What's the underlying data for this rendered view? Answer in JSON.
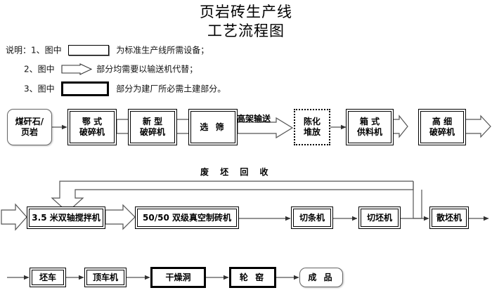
{
  "title": {
    "line1": "页岩砖生产线",
    "line2": "工艺流程图"
  },
  "legend": {
    "items": [
      {
        "prefix": "说明：1、图中",
        "key": "thin-box",
        "suffix": "为标准生产线所需设备；"
      },
      {
        "prefix": "2、图中",
        "key": "hollow-arrow",
        "suffix": "部分均需要以输送机代替；"
      },
      {
        "prefix": "3、图中",
        "key": "thick-box",
        "suffix": "部分为建厂所必需土建部分。"
      }
    ]
  },
  "row1": {
    "nodes": [
      {
        "id": "raw-material",
        "label": "煤矸石/\n页岩",
        "style": "round"
      },
      {
        "id": "jaw-crusher",
        "label": "鄂 式\n破碎机",
        "style": "double"
      },
      {
        "id": "new-crusher",
        "label": "新 型\n破碎机",
        "style": "double"
      },
      {
        "id": "screen",
        "label": "选 筛",
        "style": "double"
      },
      {
        "id": "aging-yard",
        "label": "陈化\n堆放",
        "style": "dotted"
      },
      {
        "id": "box-feeder",
        "label": "箱 式\n供料机",
        "style": "double"
      },
      {
        "id": "fine-crusher",
        "label": "高 细\n破碎机",
        "style": "double"
      }
    ],
    "conveyor_label": "高架输送"
  },
  "loop": {
    "label": "废 坯 回 收"
  },
  "row2": {
    "nodes": [
      {
        "id": "mixer",
        "label": "3.5 米双轴搅拌机",
        "style": "double"
      },
      {
        "id": "vacuum-extruder",
        "label": "50/50 双级真空制砖机",
        "style": "double"
      },
      {
        "id": "strip-cutter",
        "label": "切条机",
        "style": "double"
      },
      {
        "id": "billet-cutter",
        "label": "切坯机",
        "style": "double"
      },
      {
        "id": "billet-spreader",
        "label": "散坯机",
        "style": "double"
      }
    ]
  },
  "row3": {
    "nodes": [
      {
        "id": "billet-car",
        "label": "坯车",
        "style": "double"
      },
      {
        "id": "pusher",
        "label": "顶车机",
        "style": "double"
      },
      {
        "id": "drying-tunnel",
        "label": "干燥洞",
        "style": "thick"
      },
      {
        "id": "ring-kiln",
        "label": "轮 窑",
        "style": "thick"
      },
      {
        "id": "finished-product",
        "label": "成 品",
        "style": "round"
      }
    ]
  },
  "colors": {
    "line": "#555555",
    "ink": "#000000",
    "background": "#ffffff"
  }
}
